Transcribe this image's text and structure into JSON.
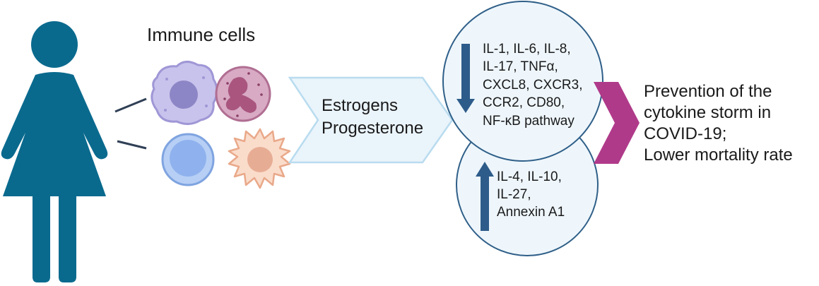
{
  "immune_title": "Immune cells",
  "hormones": [
    "Estrogens",
    "Progesterone"
  ],
  "downregulated": [
    "IL-1, IL-6, IL-8,",
    "IL-17, TNFα,",
    "CXCL8, CXCR3,",
    "CCR2, CD80,",
    "NF-κB pathway"
  ],
  "upregulated": [
    "IL-4, IL-10,",
    "IL-27,",
    "Annexin A1"
  ],
  "outcome": [
    "Prevention of the",
    "cytokine storm in",
    "COVID-19;",
    "Lower mortality rate"
  ],
  "colors": {
    "figure": "#0a6a8e",
    "arrow_fill": "#eaf4fb",
    "arrow_stroke": "#b9dcef",
    "circle_fill": "#eef6fc",
    "circle_stroke": "#2f5f88",
    "indicator_arrow": "#2e5c8a",
    "chevron": "#b03a8a",
    "text": "#1a1a1a"
  },
  "icons": [
    "woman-figure-icon",
    "macrophage-icon",
    "neutrophil-icon",
    "lymphocyte-icon",
    "dendritic-cell-icon",
    "down-arrow-icon",
    "up-arrow-icon",
    "chevron-right-icon"
  ]
}
